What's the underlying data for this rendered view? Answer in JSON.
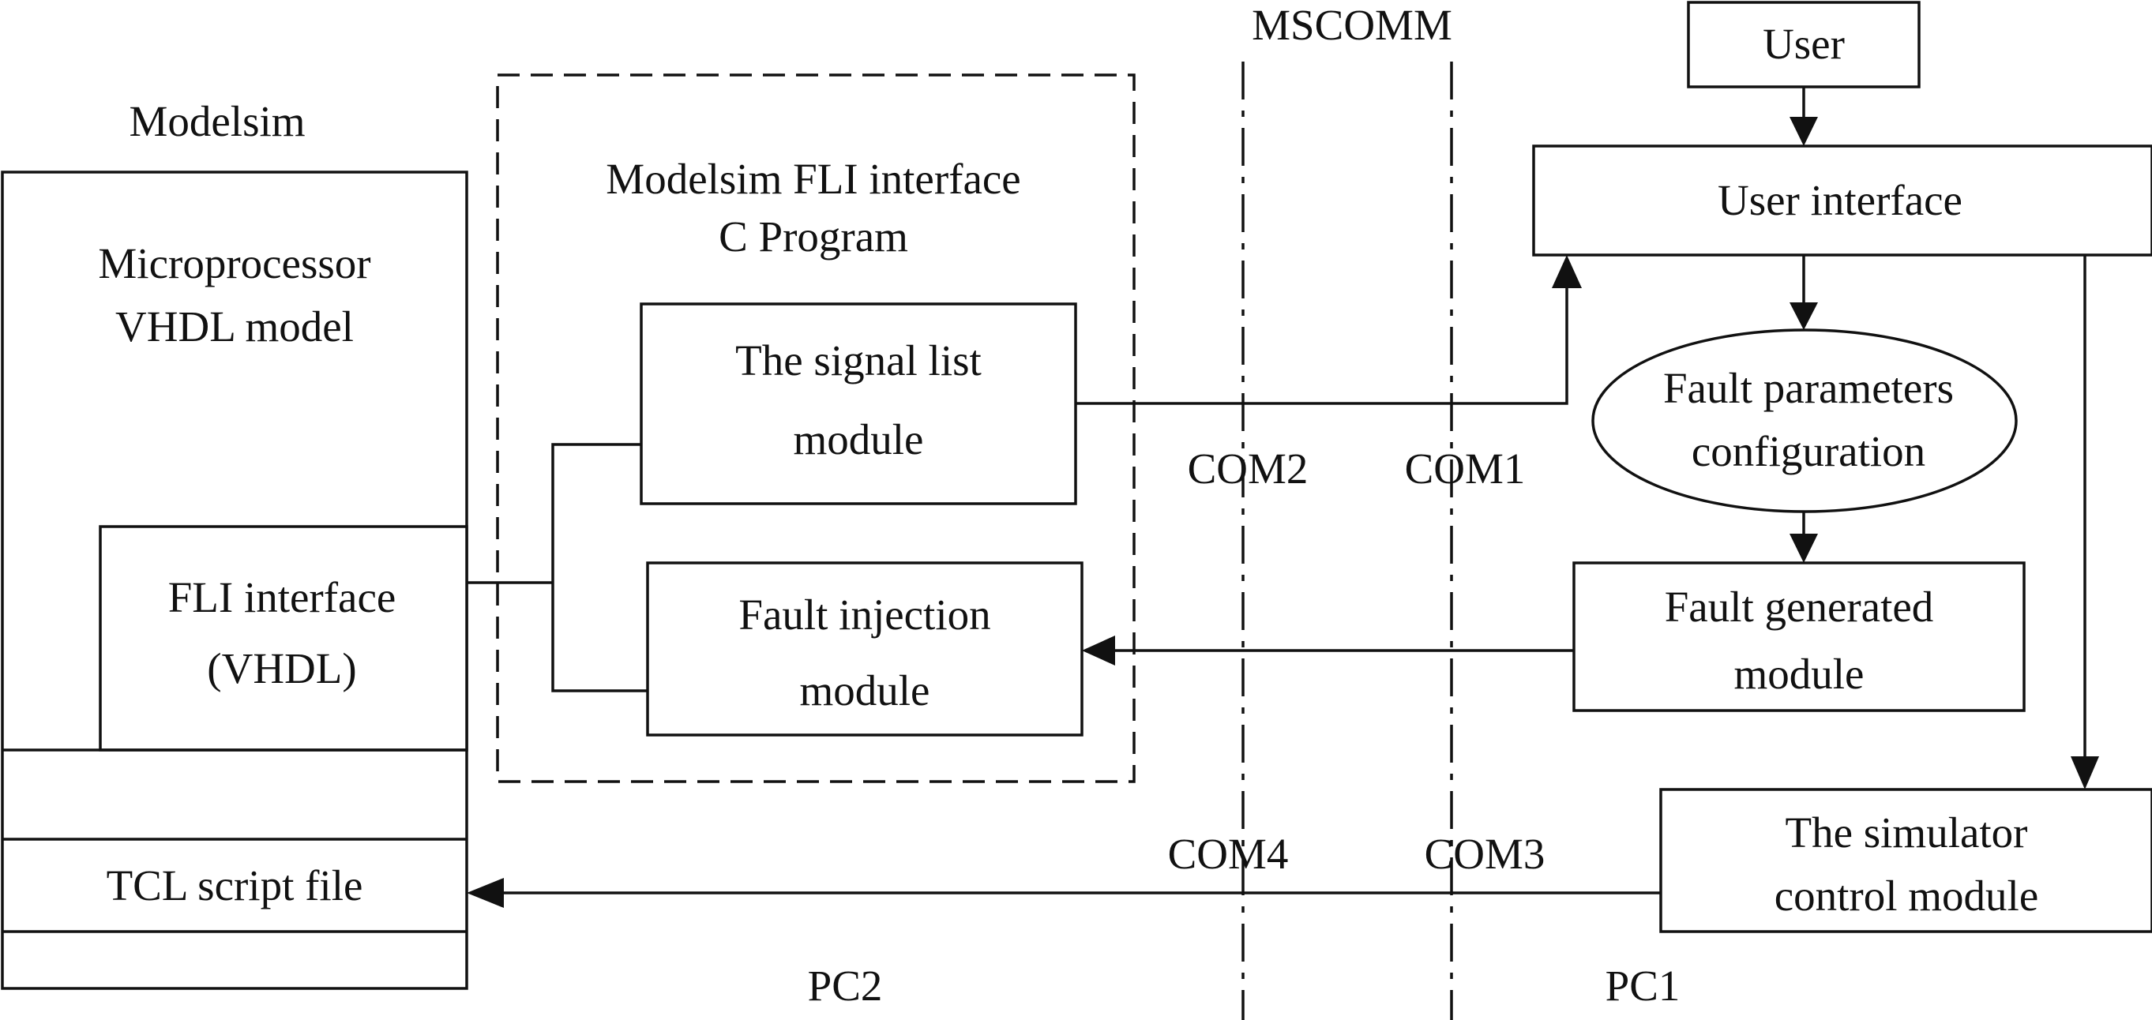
{
  "labels": {
    "modelsim": "Modelsim",
    "microprocessor_line1": "Microprocessor",
    "microprocessor_line2": "VHDL model",
    "fli_interface_line1": "FLI interface",
    "fli_interface_line2": "(VHDL)",
    "tcl_script": "TCL script file",
    "fli_c_line1": "Modelsim FLI interface",
    "fli_c_line2": "C Program",
    "signal_list_line1": "The signal list",
    "signal_list_line2": "module",
    "fault_injection_line1": "Fault injection",
    "fault_injection_line2": "module",
    "mscomm": "MSCOMM",
    "com1": "COM1",
    "com2": "COM2",
    "com3": "COM3",
    "com4": "COM4",
    "pc1": "PC1",
    "pc2": "PC2",
    "user": "User",
    "user_interface": "User interface",
    "fault_params_line1": "Fault parameters",
    "fault_params_line2": "configuration",
    "fault_generated_line1": "Fault generated",
    "fault_generated_line2": "module",
    "simulator_control_line1": "The simulator",
    "simulator_control_line2": "control module"
  },
  "colors": {
    "stroke": "#111111",
    "background": "#ffffff"
  }
}
